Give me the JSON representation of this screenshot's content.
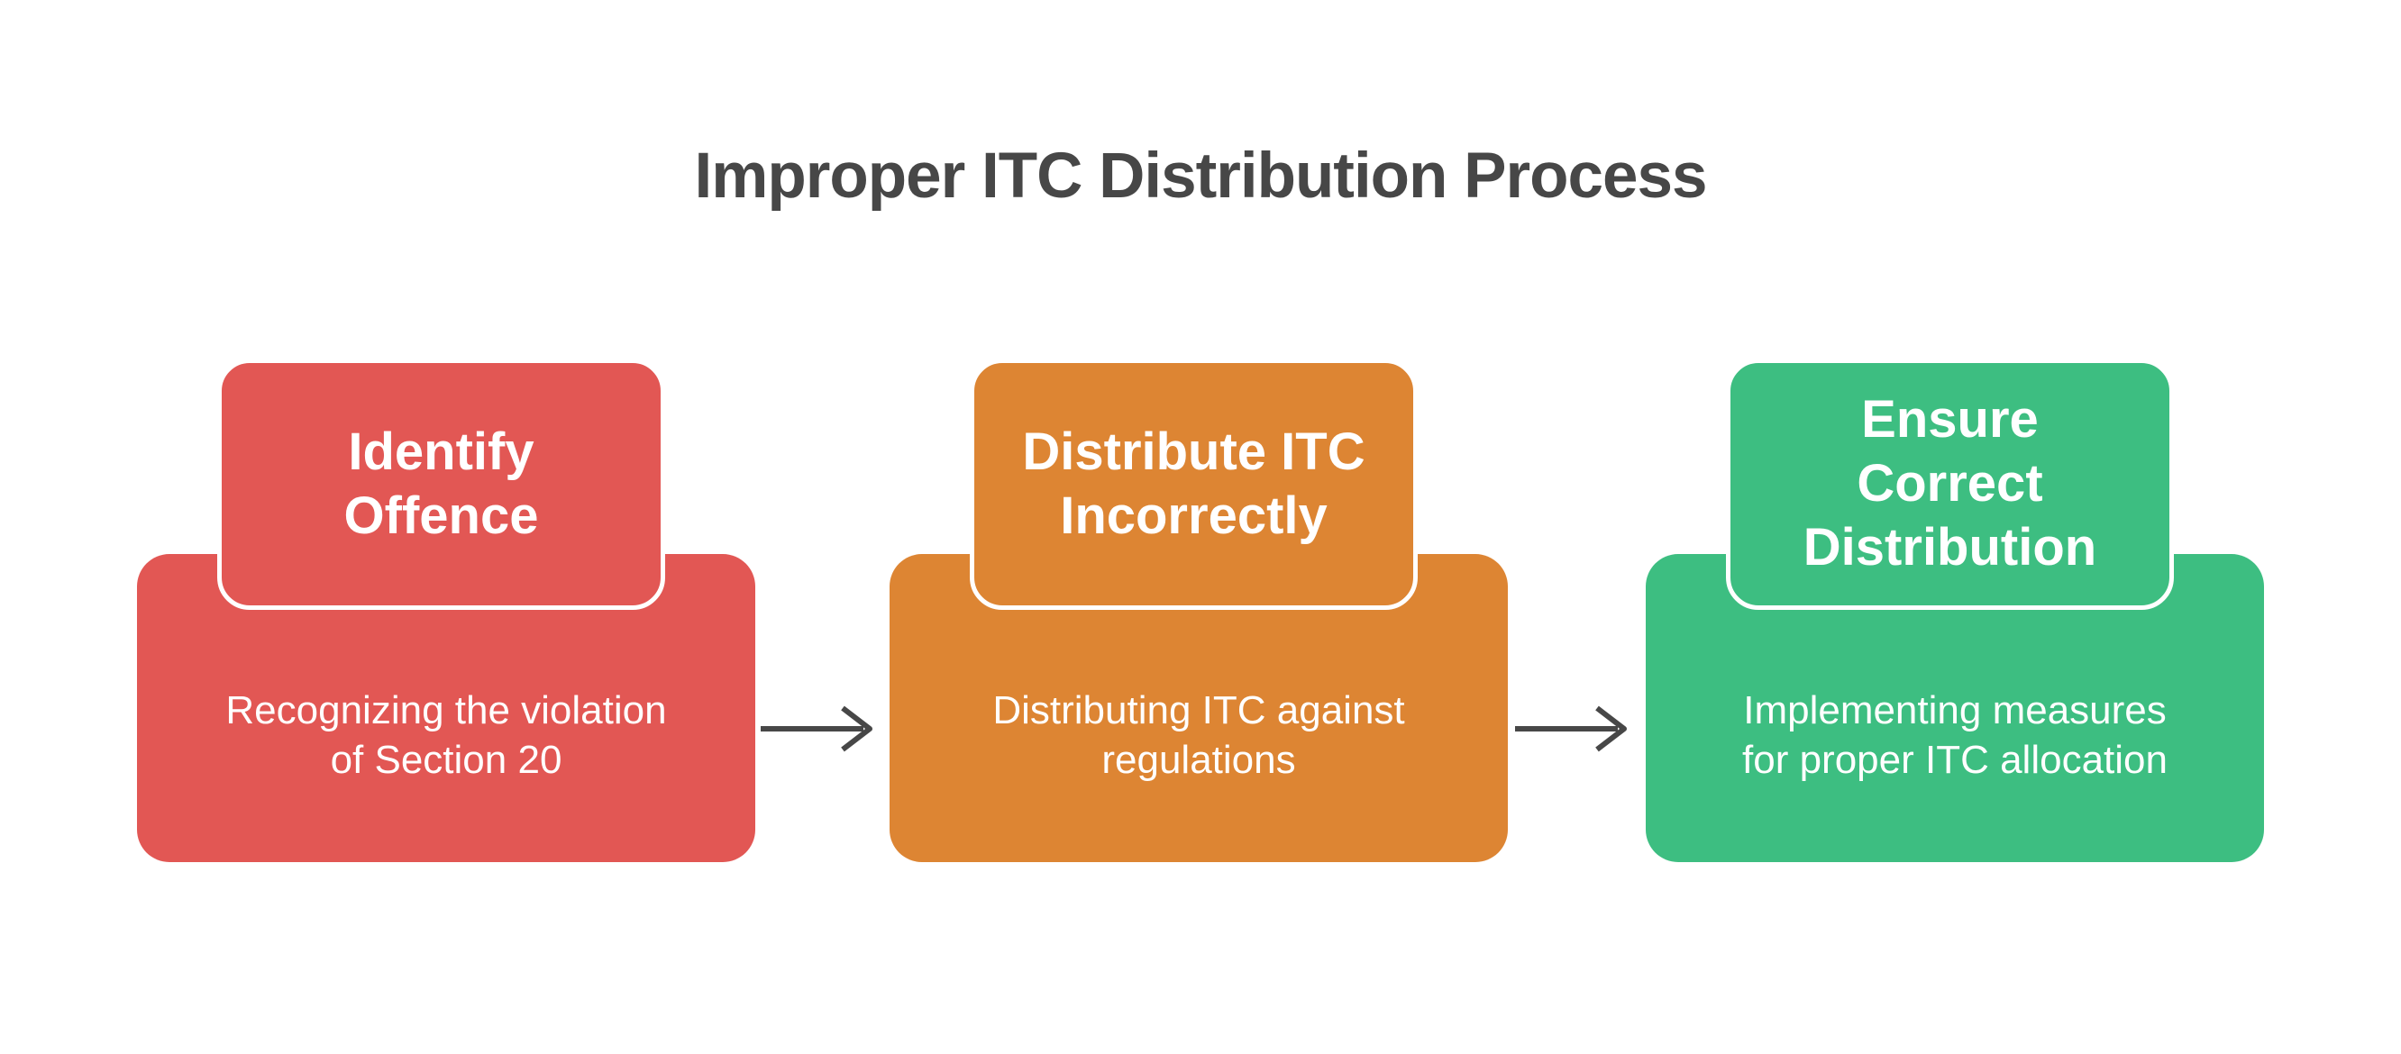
{
  "title": {
    "text": "Improper ITC Distribution Process",
    "color": "#474747"
  },
  "flow": {
    "steps": [
      {
        "heading": "Identify\nOffence",
        "description": "Recognizing the violation\nof Section 20",
        "color": "#E25754"
      },
      {
        "heading": "Distribute ITC\nIncorrectly",
        "description": "Distributing ITC against\nregulations",
        "color": "#DD8533"
      },
      {
        "heading": "Ensure\nCorrect\nDistribution",
        "description": "Implementing measures\nfor proper ITC allocation",
        "color": "#3DBE81"
      }
    ],
    "connector": {
      "icon": "arrow-right-icon",
      "color": "#474747"
    }
  },
  "colors": {
    "background": "#FFFFFF",
    "box_text": "#FFFFFF",
    "tab_outline": "#FFFFFF"
  }
}
